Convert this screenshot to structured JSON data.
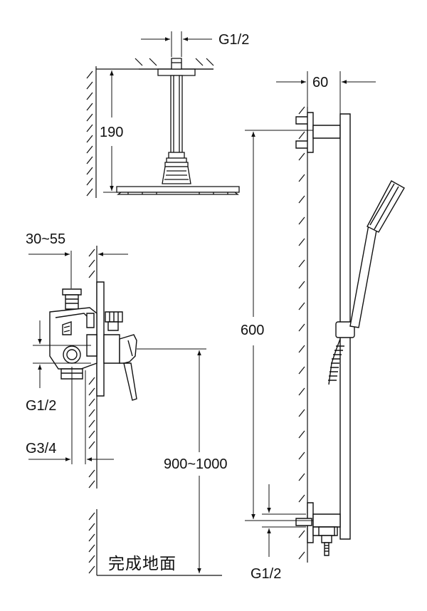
{
  "labels": {
    "ceiling_thread": "G1/2",
    "arm_height": "190",
    "rail_offset": "60",
    "wall_range": "30~55",
    "rail_length": "600",
    "inlet_upper": "G1/2",
    "inlet_lower": "G3/4",
    "mount_height": "900~1000",
    "outlet_thread": "G1/2",
    "floor": "完成地面"
  },
  "colors": {
    "line": "#111111",
    "background": "#ffffff"
  }
}
